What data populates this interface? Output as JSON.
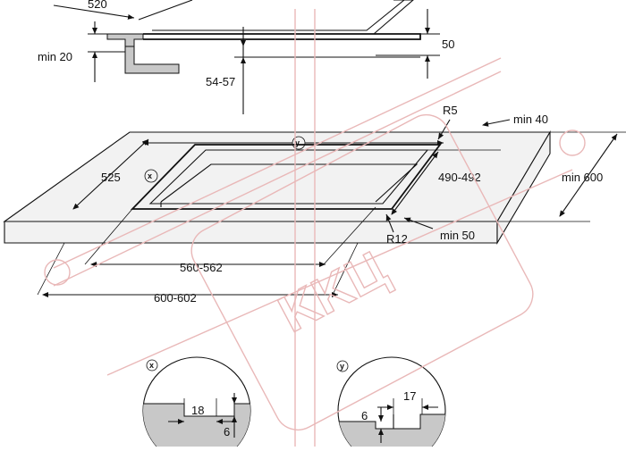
{
  "dimensions": {
    "top_width": "520",
    "min_clearance_left": "min 20",
    "panel_thickness": "50",
    "depth_range": "54-57",
    "corner_radius_top": "R5",
    "min_rear": "min 40",
    "cutout_depth": "525",
    "cutout_depth_range": "490-492",
    "min_depth": "min 600",
    "corner_radius_bottom": "R12",
    "min_front": "min 50",
    "cutout_width": "560-562",
    "overall_width": "600-602"
  },
  "details": {
    "x": {
      "marker": "x",
      "width": "18",
      "height": "6"
    },
    "y": {
      "marker": "y",
      "width": "17",
      "height": "6"
    }
  },
  "watermark": {
    "text": "KKЦ"
  },
  "colors": {
    "line": "#111111",
    "section_fill": "#c8c8c8",
    "watermark": "#e9b8b8"
  }
}
